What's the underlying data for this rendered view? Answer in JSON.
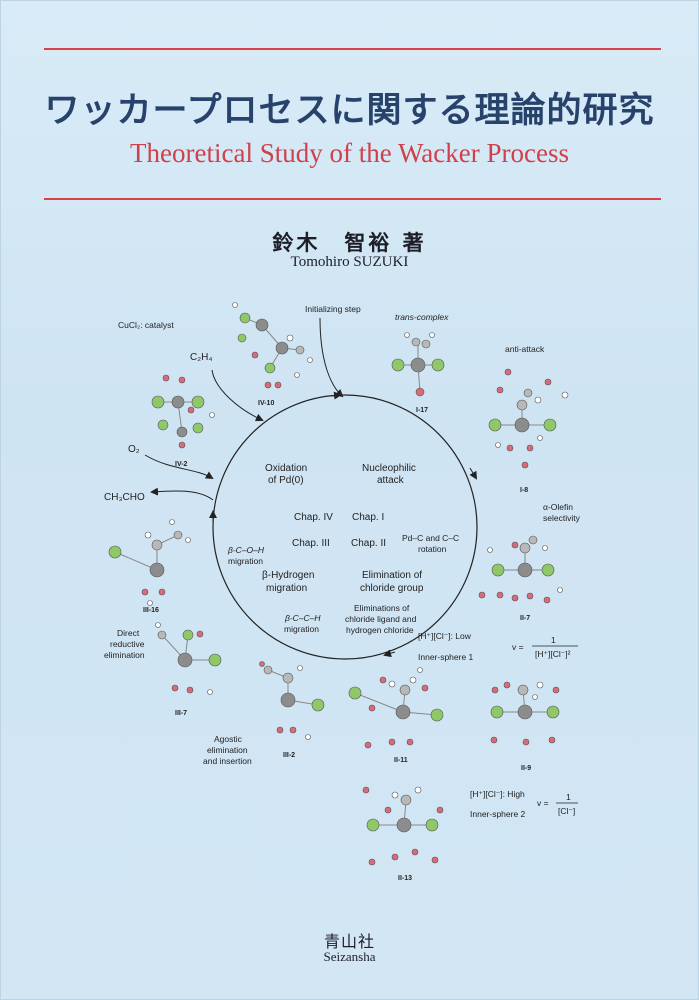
{
  "title_jp": "ワッカープロセスに関する理論的研究",
  "title_en": "Theoretical Study of the Wacker Process",
  "author_jp": "鈴木　智裕 著",
  "author_en": "Tomohiro SUZUKI",
  "publisher_jp": "青山社",
  "publisher_en": "Seizansha",
  "colors": {
    "background": "#d4e8f5",
    "rule": "#d9404c",
    "title_jp": "#27436c",
    "title_en": "#d0404a",
    "atom_pd": "#8c8c8c",
    "atom_cl": "#8fc868",
    "atom_o": "#d96a78",
    "atom_c": "#b8b8b8",
    "atom_h": "#ffffff"
  },
  "diagram": {
    "initializing_step": "Initializing step",
    "catalyst_label": "CuCl₂: catalyst",
    "c2h4": "C₂H₄",
    "o2": "O₂",
    "ch3cho": "CH₃CHO",
    "trans_complex": "trans-complex",
    "anti_attack": "anti-attack",
    "olefin_selectivity_1": "α-Olefin",
    "olefin_selectivity_2": "selectivity",
    "direct_reductive_1": "Direct",
    "direct_reductive_2": "reductive",
    "direct_reductive_3": "elimination",
    "agostic_1": "Agostic",
    "agostic_2": "elimination",
    "agostic_3": "and insertion",
    "low_label": "[H⁺][Cl⁻]: Low",
    "inner_sphere_1": "Inner-sphere 1",
    "rate_1_num": "1",
    "rate_1_den": "[H⁺][Cl⁻]²",
    "high_label": "[H⁺][Cl⁻]: High",
    "inner_sphere_2": "Inner-sphere 2",
    "rate_2_num": "1",
    "rate_2_den": "[Cl⁻]",
    "rate_v": "v =",
    "cycle": {
      "oxidation_1": "Oxidation",
      "oxidation_2": "of Pd(0)",
      "nucleophilic_1": "Nucleophilic",
      "nucleophilic_2": "attack",
      "chap_iv": "Chap. IV",
      "chap_i": "Chap. I",
      "chap_iii": "Chap. III",
      "chap_ii": "Chap. II",
      "pd_c_rotation_1": "Pd–C and C–C",
      "pd_c_rotation_2": "rotation",
      "b_coh_1": "β-C–O–H",
      "b_coh_2": "migration",
      "b_hydrogen_1": "β-Hydrogen",
      "b_hydrogen_2": "migration",
      "elim_chloride_1": "Elimination of",
      "elim_chloride_2": "chloride group",
      "b_cch_1": "β-C–C–H",
      "b_cch_2": "migration",
      "elim_ligand_1": "Eliminations of",
      "elim_ligand_2": "chloride ligand and",
      "elim_ligand_3": "hydrogen chloride"
    },
    "compounds": {
      "iv10": "IV-10",
      "i17": "I-17",
      "i8": "I-8",
      "iv2": "IV-2",
      "ii7": "II-7",
      "iii16": "III-16",
      "iii7": "III-7",
      "iii2": "III-2",
      "ii11": "II-11",
      "ii9": "II-9",
      "ii13": "II-13"
    }
  }
}
